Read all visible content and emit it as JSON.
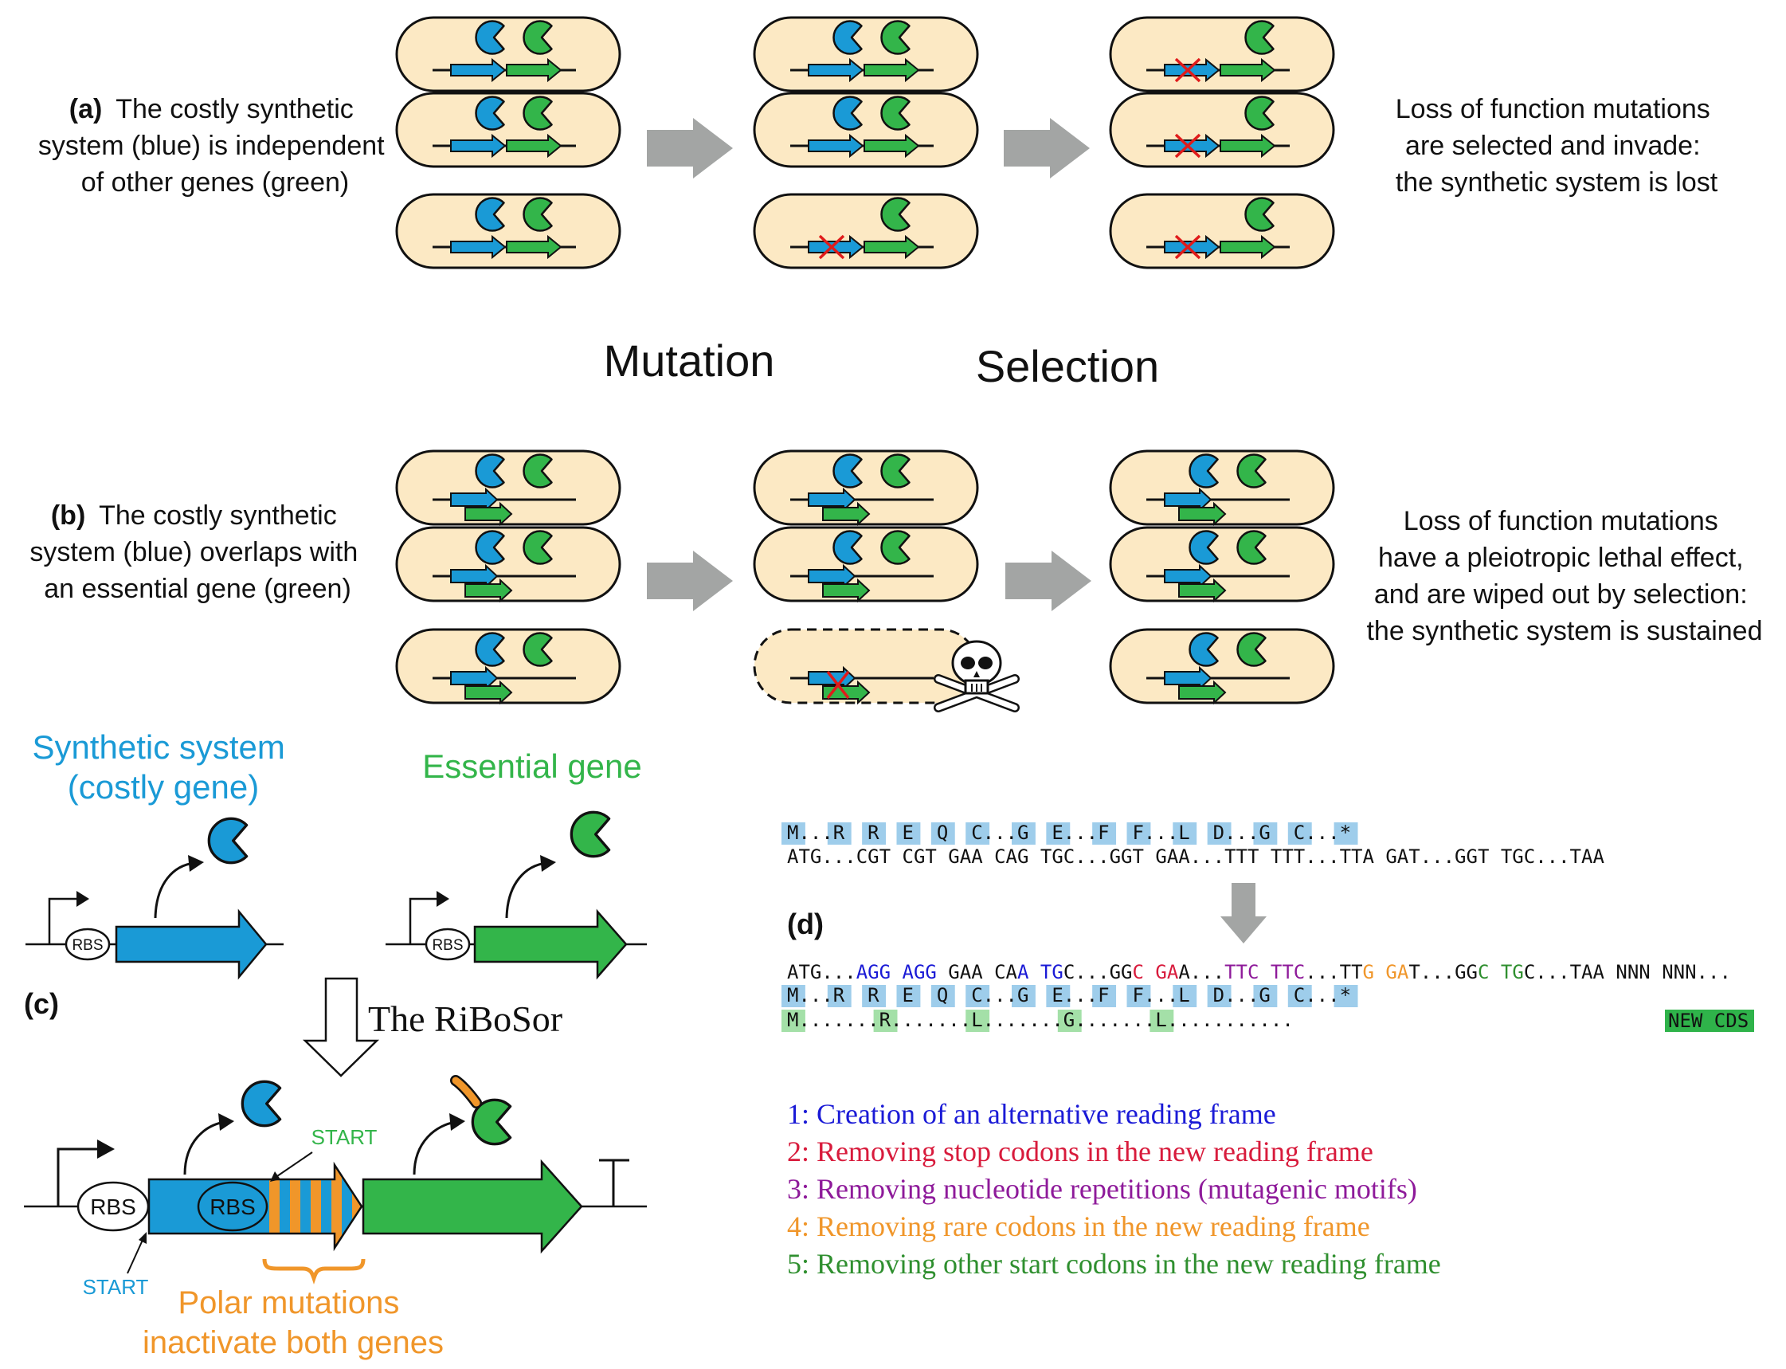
{
  "colors": {
    "cell_fill": "#fce9c4",
    "cell_stroke": "#111111",
    "blue": "#1a9ad6",
    "green": "#33b54a",
    "arrow_gray": "#a3a5a4",
    "mutation_red": "#e01b1b",
    "orange": "#f0962a",
    "aa_box_blue": "#9ecdeb",
    "aa_box_green": "#a4e0a8",
    "new_cds_green": "#2fb34a",
    "note1": "#1a1ad6",
    "note2": "#d81b3c",
    "note3": "#8e1a9a",
    "note4": "#f0962a",
    "note5": "#2f8f2f"
  },
  "panel_a": {
    "label": "(a)",
    "text_lines": [
      "The costly synthetic",
      "system (blue) is independent",
      "of other genes (green)"
    ],
    "result_lines": [
      "Loss of function mutations",
      "are selected and invade:",
      "the synthetic system is lost"
    ]
  },
  "panel_b": {
    "label": "(b)",
    "text_lines": [
      "The costly synthetic",
      "system (blue) overlaps with",
      "an essential gene (green)"
    ],
    "result_lines": [
      "Loss of function mutations",
      "have a pleiotropic lethal effect,",
      "and are wiped out by selection:",
      "the synthetic system is sustained"
    ]
  },
  "steps": {
    "mutation": "Mutation",
    "selection": "Selection"
  },
  "panel_c": {
    "label": "(c)",
    "synthetic_title_lines": [
      "Synthetic system",
      "(costly gene)"
    ],
    "essential_title": "Essential gene",
    "rbs": "RBS",
    "method": "The RiBoSor",
    "start_label": "START",
    "polar_lines": [
      "Polar mutations",
      "inactivate both genes"
    ]
  },
  "panel_d": {
    "label": "(d)",
    "top_aa_row": "M...R  R  E  Q  C...G  E...F  F...L  D...G  C...*",
    "top_nt_row": "ATG...CGT CGT GAA CAG TGC...GGT GAA...TTT TTT...TTA GAT...GGT TGC...TAA",
    "bottom_nt_segments": [
      {
        "t": "ATG...",
        "c": "k"
      },
      {
        "t": "AGG AGG",
        "c": "1"
      },
      {
        "t": " GAA CA",
        "c": "k"
      },
      {
        "t": "A TG",
        "c": "1"
      },
      {
        "t": "C...GG",
        "c": "k"
      },
      {
        "t": "C GA",
        "c": "2"
      },
      {
        "t": "A...",
        "c": "k"
      },
      {
        "t": "TTC TTC",
        "c": "3"
      },
      {
        "t": "...TT",
        "c": "k"
      },
      {
        "t": "G GA",
        "c": "4"
      },
      {
        "t": "T...GG",
        "c": "k"
      },
      {
        "t": "C TG",
        "c": "5"
      },
      {
        "t": "C...TAA NNN NNN...",
        "c": "k"
      }
    ],
    "bottom_aa_row": "M...R  R  E  Q  C...G  E...F  F...L  D...G  C...*",
    "new_frame_row": "M.......R.......L.......G.......L...........",
    "new_cds": "NEW CDS",
    "notes": [
      "1: Creation of an alternative reading frame",
      "2: Removing stop codons in the new reading frame",
      "3: Removing nucleotide repetitions (mutagenic motifs)",
      "4: Removing rare codons in the new reading frame",
      "5: Removing other start codons in the new reading frame"
    ]
  }
}
